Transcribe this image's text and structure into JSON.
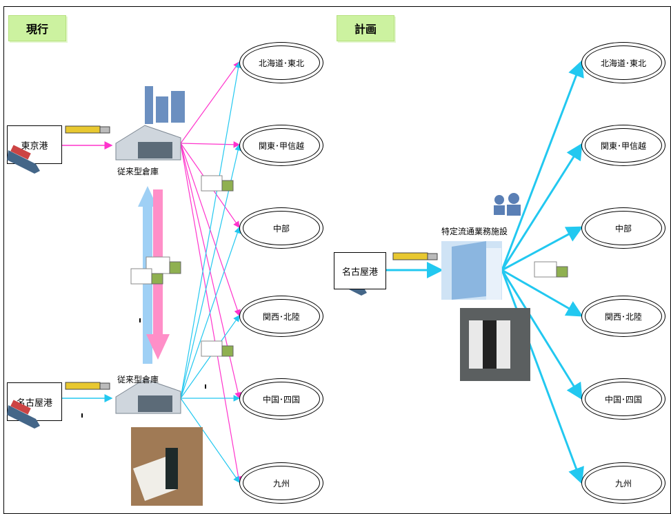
{
  "current": {
    "tab": "現行",
    "ports": [
      "東京港",
      "名古屋港"
    ],
    "warehouse_label": "従来型倉庫",
    "regions": [
      "北海道･東北",
      "関東･甲信越",
      "中部",
      "関西･北陸",
      "中国･四国",
      "九州"
    ]
  },
  "plan": {
    "tab": "計画",
    "port": "名古屋港",
    "facility_label": "特定流通業務施設",
    "regions": [
      "北海道･東北",
      "関東･甲信越",
      "中部",
      "関西･北陸",
      "中国･四国",
      "九州"
    ]
  },
  "colors": {
    "magenta": "#ff33cc",
    "cyan": "#22c8f0",
    "pink_arrow": "#ff8fc8",
    "blue_arrow": "#9fd0f5"
  }
}
